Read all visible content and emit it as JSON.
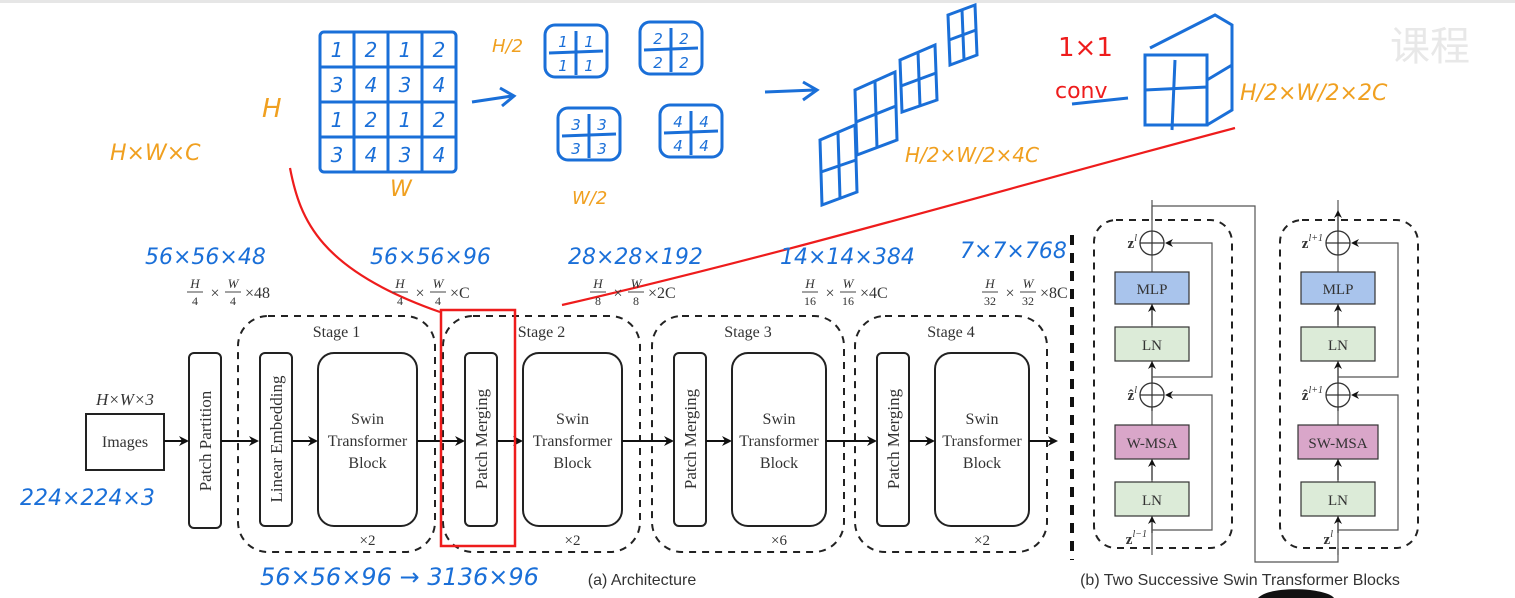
{
  "figure": {
    "input": {
      "dims": "H×W×3",
      "label": "Images"
    },
    "patch_partition": "Patch Partition",
    "linear_embedding": "Linear Embedding",
    "stages": [
      {
        "name": "Stage 1",
        "first_layer": "Linear Embedding",
        "block": [
          "Swin",
          "Transformer",
          "Block"
        ],
        "repeat": "×2",
        "shape_label": {
          "h": "H",
          "hden": "4",
          "w": "W",
          "wden": "4",
          "c": "×C"
        }
      },
      {
        "name": "Stage 2",
        "first_layer": "Patch Merging",
        "block": [
          "Swin",
          "Transformer",
          "Block"
        ],
        "repeat": "×2",
        "shape_label": {
          "h": "H",
          "hden": "8",
          "w": "W",
          "wden": "8",
          "c": "×2C"
        }
      },
      {
        "name": "Stage 3",
        "first_layer": "Patch Merging",
        "block": [
          "Swin",
          "Transformer",
          "Block"
        ],
        "repeat": "×6",
        "shape_label": {
          "h": "H",
          "hden": "16",
          "w": "W",
          "wden": "16",
          "c": "×4C"
        }
      },
      {
        "name": "Stage 4",
        "first_layer": "Patch Merging",
        "block": [
          "Swin",
          "Transformer",
          "Block"
        ],
        "repeat": "×2",
        "shape_label": {
          "h": "H",
          "hden": "32",
          "w": "W",
          "wden": "32",
          "c": "×8C"
        }
      }
    ],
    "partition_shape_label": {
      "h": "H",
      "hden": "4",
      "w": "W",
      "wden": "4",
      "c": "×48"
    },
    "caption_a": "(a) Architecture",
    "caption_b": "(b) Two Successive Swin Transformer Blocks",
    "swin_blocks": [
      {
        "out": "z",
        "out_sup": "l",
        "mid": "ẑ",
        "mid_sup": "l",
        "in": "z",
        "in_sup": "l−1",
        "mlp": "MLP",
        "ln_top": "LN",
        "attn": "W-MSA",
        "ln_bottom": "LN"
      },
      {
        "out": "z",
        "out_sup": "l+1",
        "mid": "ẑ",
        "mid_sup": "l+1",
        "in": "z",
        "in_sup": "l",
        "mlp": "MLP",
        "ln_top": "LN",
        "attn": "SW-MSA",
        "ln_bottom": "LN"
      }
    ],
    "colors": {
      "mlp": "#a9c4ec",
      "ln": "#dcebd8",
      "msa": "#d9a6c9",
      "highlight": "#ee1c1c"
    }
  },
  "annotations": {
    "input_size": "224×224×3",
    "partition_size": "56×56×48",
    "stage1_size": "56×56×96",
    "stage2_size": "28×28×192",
    "stage3_size": "14×14×384",
    "stage4_size": "7×7×768",
    "flatten_note": "56×56×96 → 3136×96",
    "hwc": "H×W×C",
    "h_label": "H",
    "w_label": "W",
    "h_half": "H/2",
    "w_half": "W/2",
    "grid_cells": [
      "1",
      "2",
      "1",
      "2",
      "3",
      "4",
      "3",
      "4",
      "1",
      "2",
      "1",
      "2",
      "3",
      "4",
      "3",
      "4"
    ],
    "quad_cells": [
      "1",
      "2",
      "3",
      "4"
    ],
    "concat_shape": "H/2×W/2×4C",
    "conv_label_1": "1×1",
    "conv_label_2": "conv",
    "output_shape": "H/2×W/2×2C"
  },
  "watermark": "课程"
}
